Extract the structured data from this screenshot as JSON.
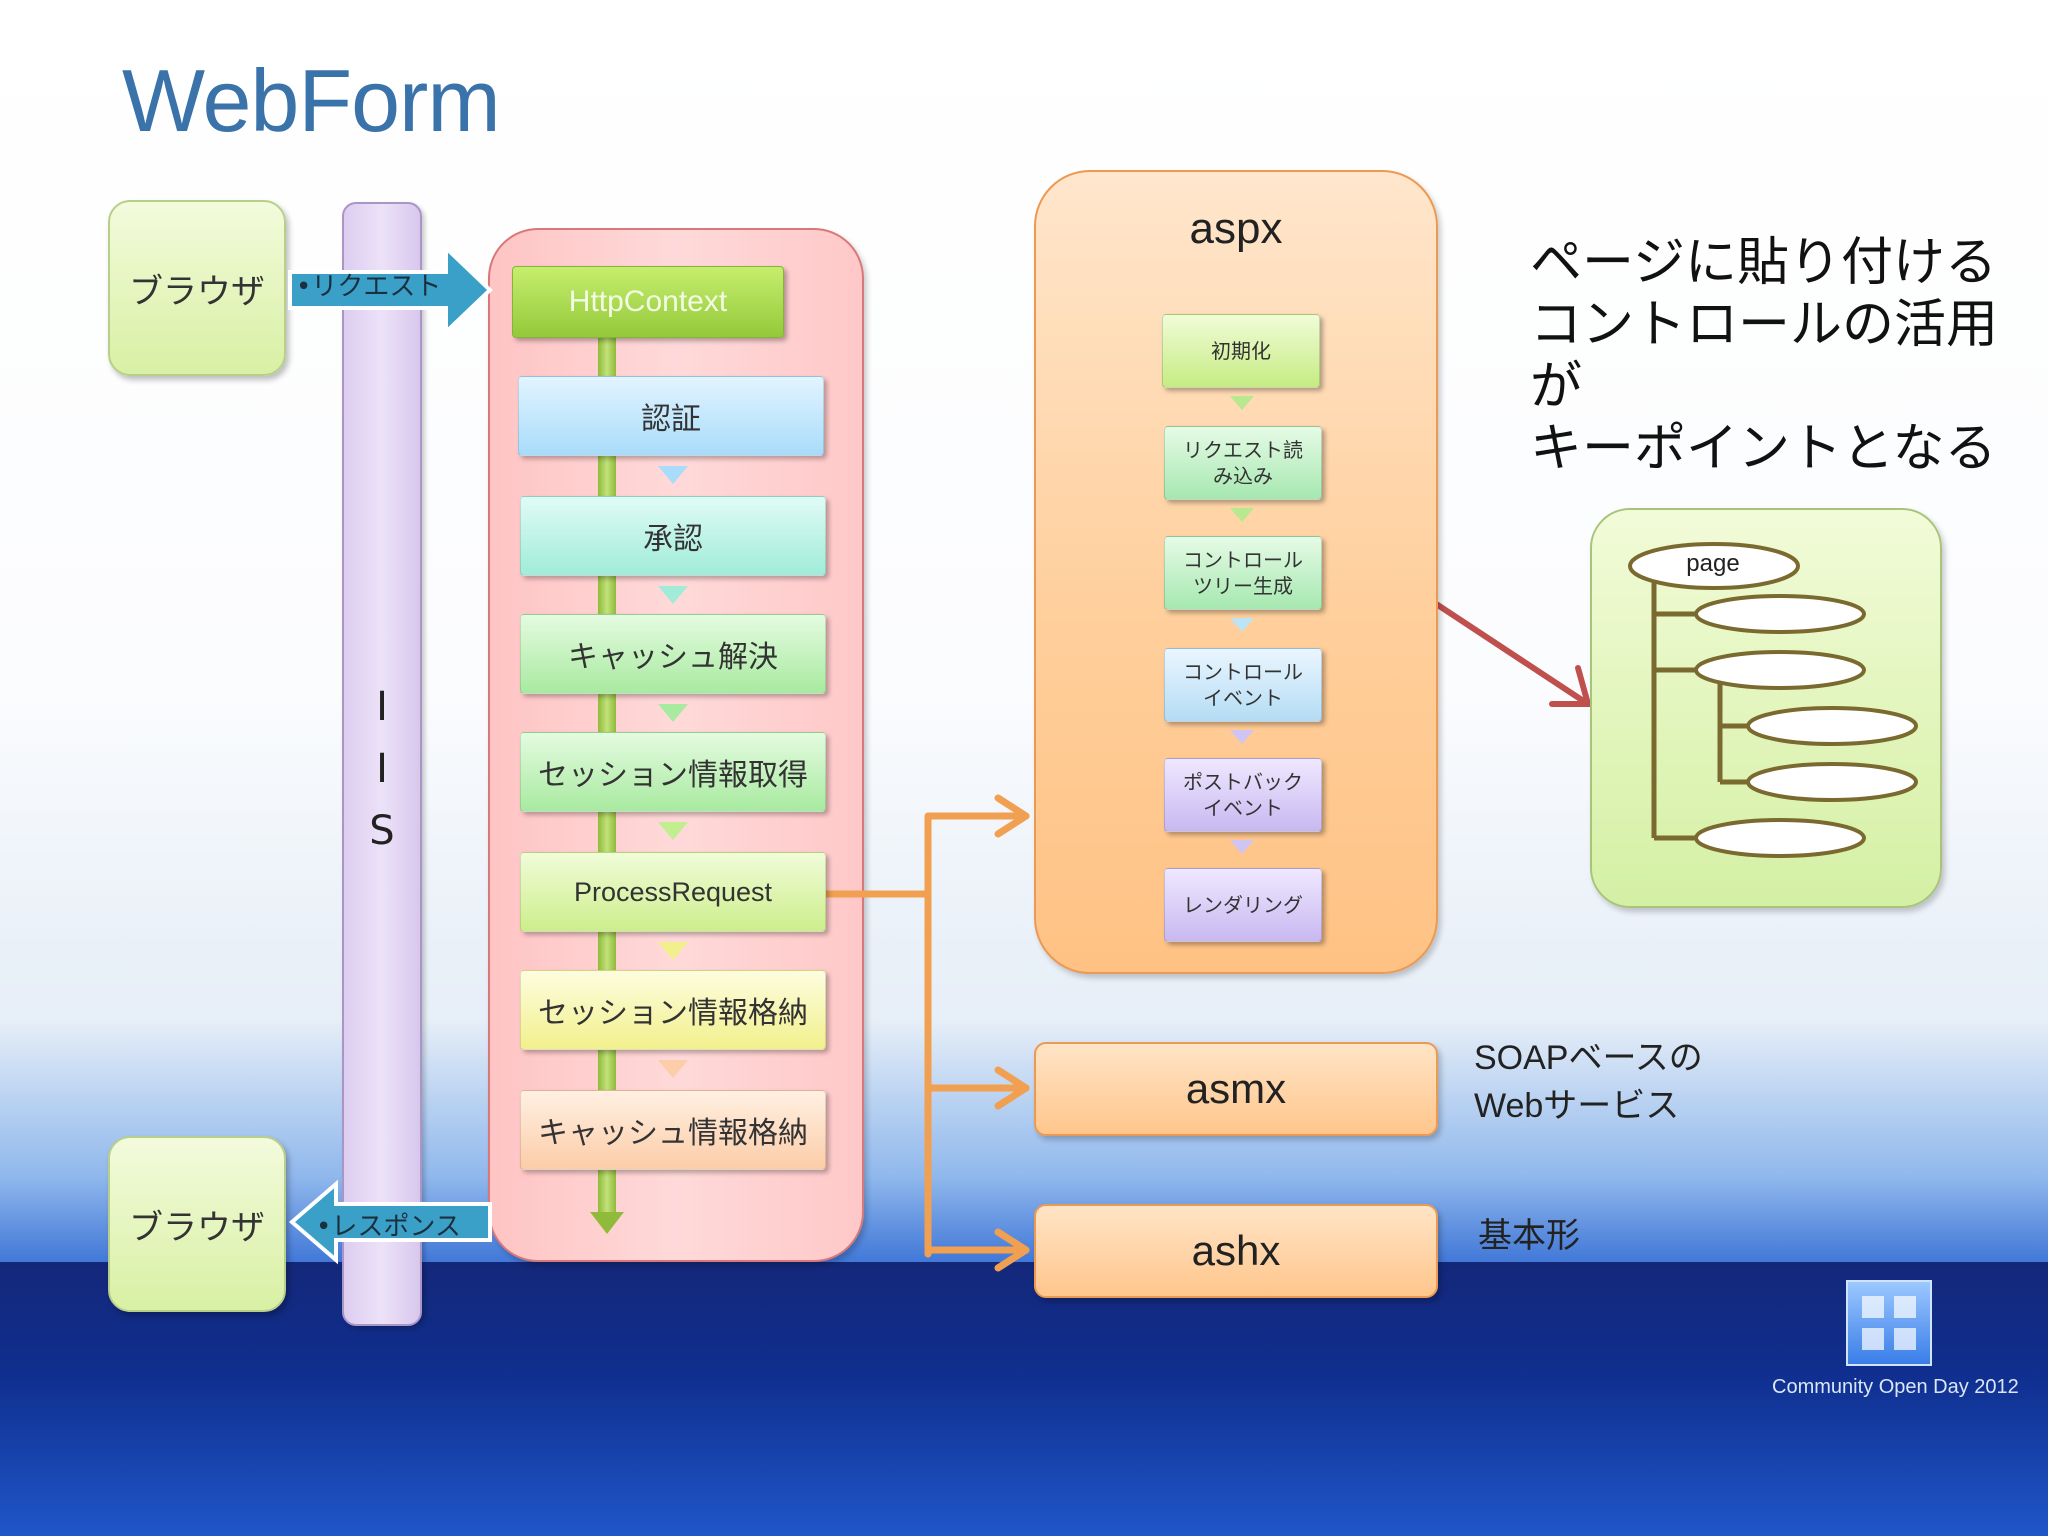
{
  "title": "WebForm",
  "browser_top": "ブラウザ",
  "browser_bottom": "ブラウザ",
  "request_label": "•リクエスト",
  "response_label": "•レスポンス",
  "iis": [
    "I",
    "I",
    "S"
  ],
  "pipeline": {
    "context": "HttpContext",
    "steps": [
      "認証",
      "承認",
      "キャッシュ解決",
      "セッション情報取得",
      "ProcessRequest",
      "セッション情報格納",
      "キャッシュ情報格納"
    ]
  },
  "aspx": {
    "title": "aspx",
    "steps": [
      [
        "初期化"
      ],
      [
        "リクエスト読",
        "み込み"
      ],
      [
        "コントロール",
        "ツリー生成"
      ],
      [
        "コントロール",
        "イベント"
      ],
      [
        "ポストバック",
        "イベント"
      ],
      [
        "レンダリング"
      ]
    ]
  },
  "asmx": {
    "title": "asmx",
    "desc": [
      "SOAPベースの",
      "Webサービス"
    ]
  },
  "ashx": {
    "title": "ashx",
    "desc": "基本形"
  },
  "note": [
    "ページに貼り付ける",
    "コントロールの活用が",
    "キーポイントとなる"
  ],
  "tree_root": "page",
  "logo": "Community Open Day 2012",
  "colors": {
    "title": "#3a72aa",
    "orange_arrow": "#f0a050",
    "red_arrow": "#c0504d",
    "tree_line": "#7a6a30"
  }
}
